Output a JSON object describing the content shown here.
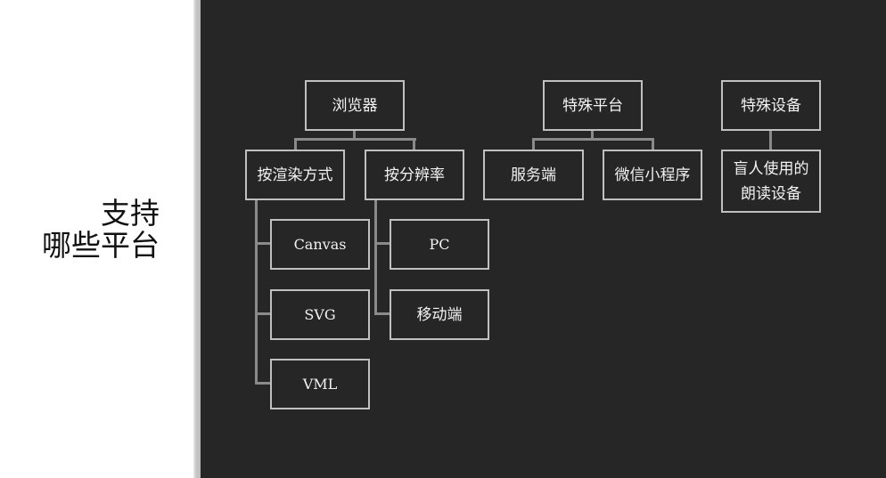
{
  "slide": {
    "title_lines": [
      "支持",
      "哪些平台"
    ]
  },
  "diagram": {
    "groups": [
      {
        "label": "浏览器",
        "children": [
          {
            "label": "按渲染方式",
            "children": [
              "Canvas",
              "SVG",
              "VML"
            ]
          },
          {
            "label": "按分辨率",
            "children": [
              "PC",
              "移动端"
            ]
          }
        ]
      },
      {
        "label": "特殊平台",
        "children": [
          {
            "label": "服务端",
            "children": []
          },
          {
            "label": "微信小程序",
            "children": []
          }
        ]
      },
      {
        "label": "特殊设备",
        "children": [
          {
            "label_lines": [
              "盲人使用的",
              "朗读设备"
            ],
            "children": []
          }
        ]
      }
    ]
  },
  "colors": {
    "panel_background": "#262626",
    "node_border": "#c0c0c0",
    "connector": "#8a8a8a",
    "node_text": "#f2f2f2",
    "title_text": "#111111"
  }
}
